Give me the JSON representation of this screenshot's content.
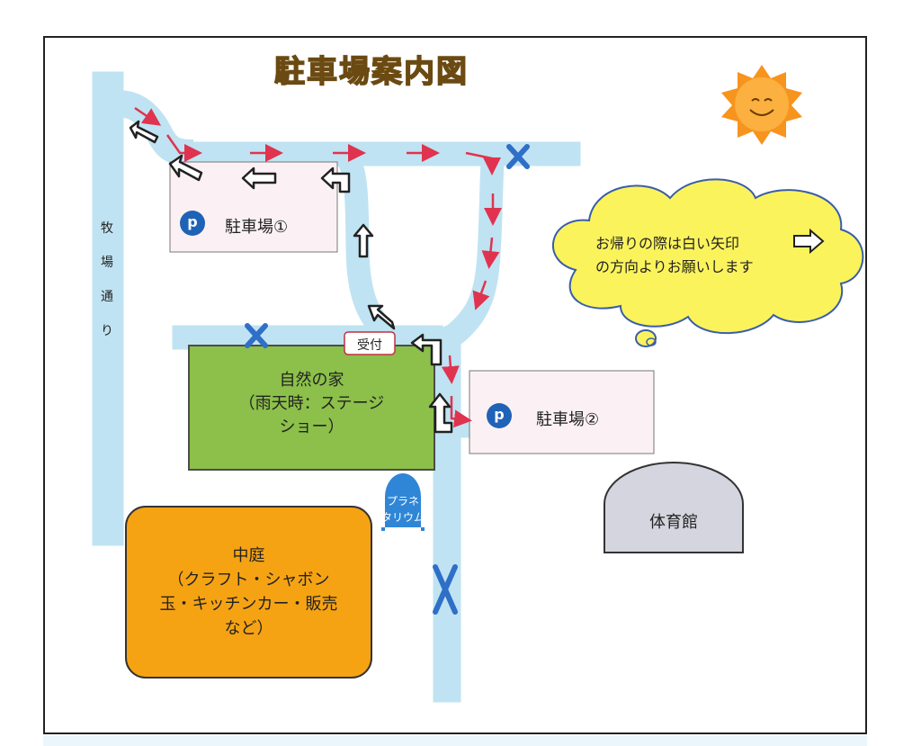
{
  "title": "駐車場案内図",
  "road_label": [
    "牧",
    "場",
    "通",
    "り"
  ],
  "parking1": {
    "badge": "p",
    "label": "駐車場①"
  },
  "parking2": {
    "badge": "p",
    "label": "駐車場②"
  },
  "reception": "受付",
  "nature_house": {
    "line1": "自然の家",
    "line2": "（雨天時：ステージ",
    "line3": "ショー）"
  },
  "planetarium": {
    "line1": "プラネ",
    "line2": "タリウム"
  },
  "gym": "体育館",
  "courtyard": {
    "line1": "中庭",
    "line2": "（クラフト・シャボン",
    "line3": "玉・キッチンカー・販売",
    "line4": "など）"
  },
  "bubble": {
    "line1": "お帰りの際は白い矢印",
    "line2": "の方向よりお願いします"
  },
  "colors": {
    "road": "#bfe3f2",
    "entry_arrow": "#e0334f",
    "closed_mark": "#2f6fc7",
    "parking_bg": "#fbf1f4",
    "badge": "#1f63b6",
    "nature_house": "#8cc04a",
    "courtyard": "#f6a313",
    "gym": "#d4d5de",
    "planetarium": "#2f86d6",
    "bubble": "#fbf35c",
    "sun": "#f7941d",
    "title": "#f3b43a"
  },
  "icons": [
    "sun-icon",
    "closed-x-icon",
    "white-exit-arrow-icon",
    "red-entry-arrow-icon",
    "parking-badge-icon"
  ]
}
